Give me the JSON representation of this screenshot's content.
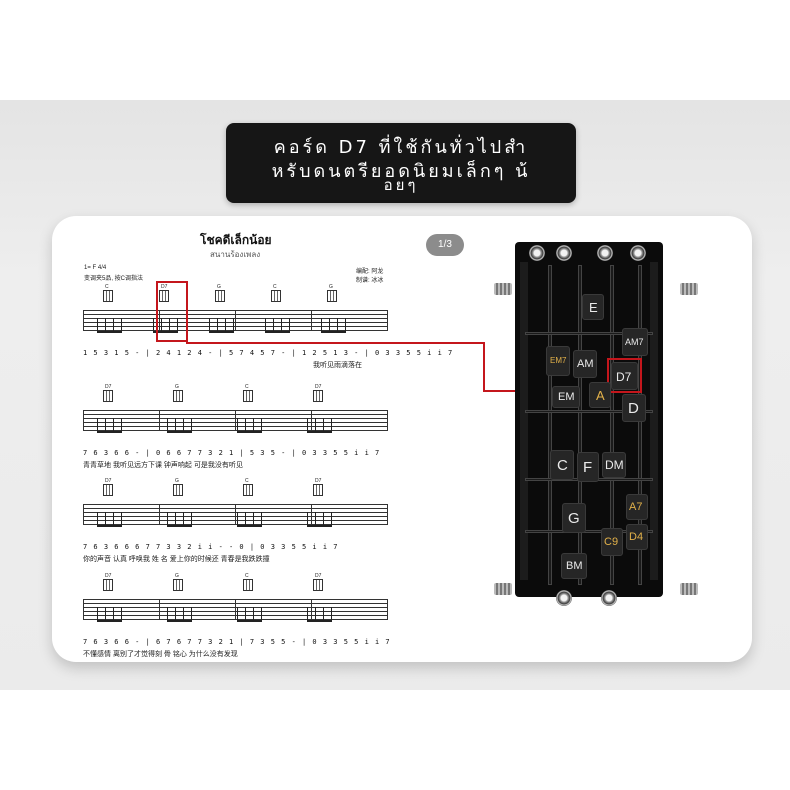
{
  "banner": {
    "line1": "คอร์ด D7 ที่ใช้กันทั่วไปสำ",
    "line2": "หรับดนตรียอดนิยมเล็กๆ น้",
    "line3": "อยๆ"
  },
  "sheet": {
    "title": "โชคดีเล็กน้อย",
    "subtitle": "สนานร้องเพลง",
    "page_indicator": "1/3",
    "key": "1= F",
    "time_signature": "4/4",
    "capo_note": "变调夹5品, 按C调指法",
    "arranger": "编配: 阿龙",
    "producer": "制谱: 冰冰",
    "rows": [
      {
        "chords": [
          "C",
          "D7",
          "G",
          "C",
          "G"
        ],
        "numbers": "1 5 3 1 5 ‑ | 2 4 1 2 4 ‑ | 5 7 4 5 7 ‑ | 1 2 5 1 3 ‑ | 0 3 3 5 5 i i 7",
        "lyrics": "我听见雨滴落在"
      },
      {
        "chords": [
          "D7",
          "G",
          "C",
          "D7"
        ],
        "numbers": "7 6 3 6 6 ‑ | 0 6 6 7 7 3 2 1 | 5 3 5 ‑ | 0 3 3 5 5 i i 7",
        "lyrics": "青青草地    我听见远方下课    钟声响起    可是我没有听见"
      },
      {
        "chords": [
          "D7",
          "G",
          "C",
          "D7"
        ],
        "numbers": "7 6 3 6 6 6 7 7 3 3 2 i i ‑ ‑ 0 | 0 3 3 5 5 i i 7",
        "lyrics": "你的声音  认真  呼唤我  姓  名    爱上你的时候还  青春是我跌跌撞"
      },
      {
        "chords": [
          "D7",
          "G",
          "C",
          "D7"
        ],
        "numbers": "7 6 3 6 6 ‑ | 6 7 6 7 7 3 2 1 | 7 3 5 5 ‑ | 0 3 3 5 5 i i 7",
        "lyrics": "不懂感情    离别了才觉得刻  骨  铭心    为什么没有发现"
      }
    ]
  },
  "device": {
    "keys": [
      "E",
      "AM7",
      "EM7",
      "AM",
      "D7",
      "EM",
      "A",
      "D",
      "C",
      "F",
      "DM",
      "G",
      "A7",
      "C9",
      "D4",
      "BM"
    ],
    "highlighted_key": "D7"
  },
  "colors": {
    "highlight": "#c4161c",
    "gold_label": "#e2b14a",
    "device_body": "#0b0b0b"
  }
}
